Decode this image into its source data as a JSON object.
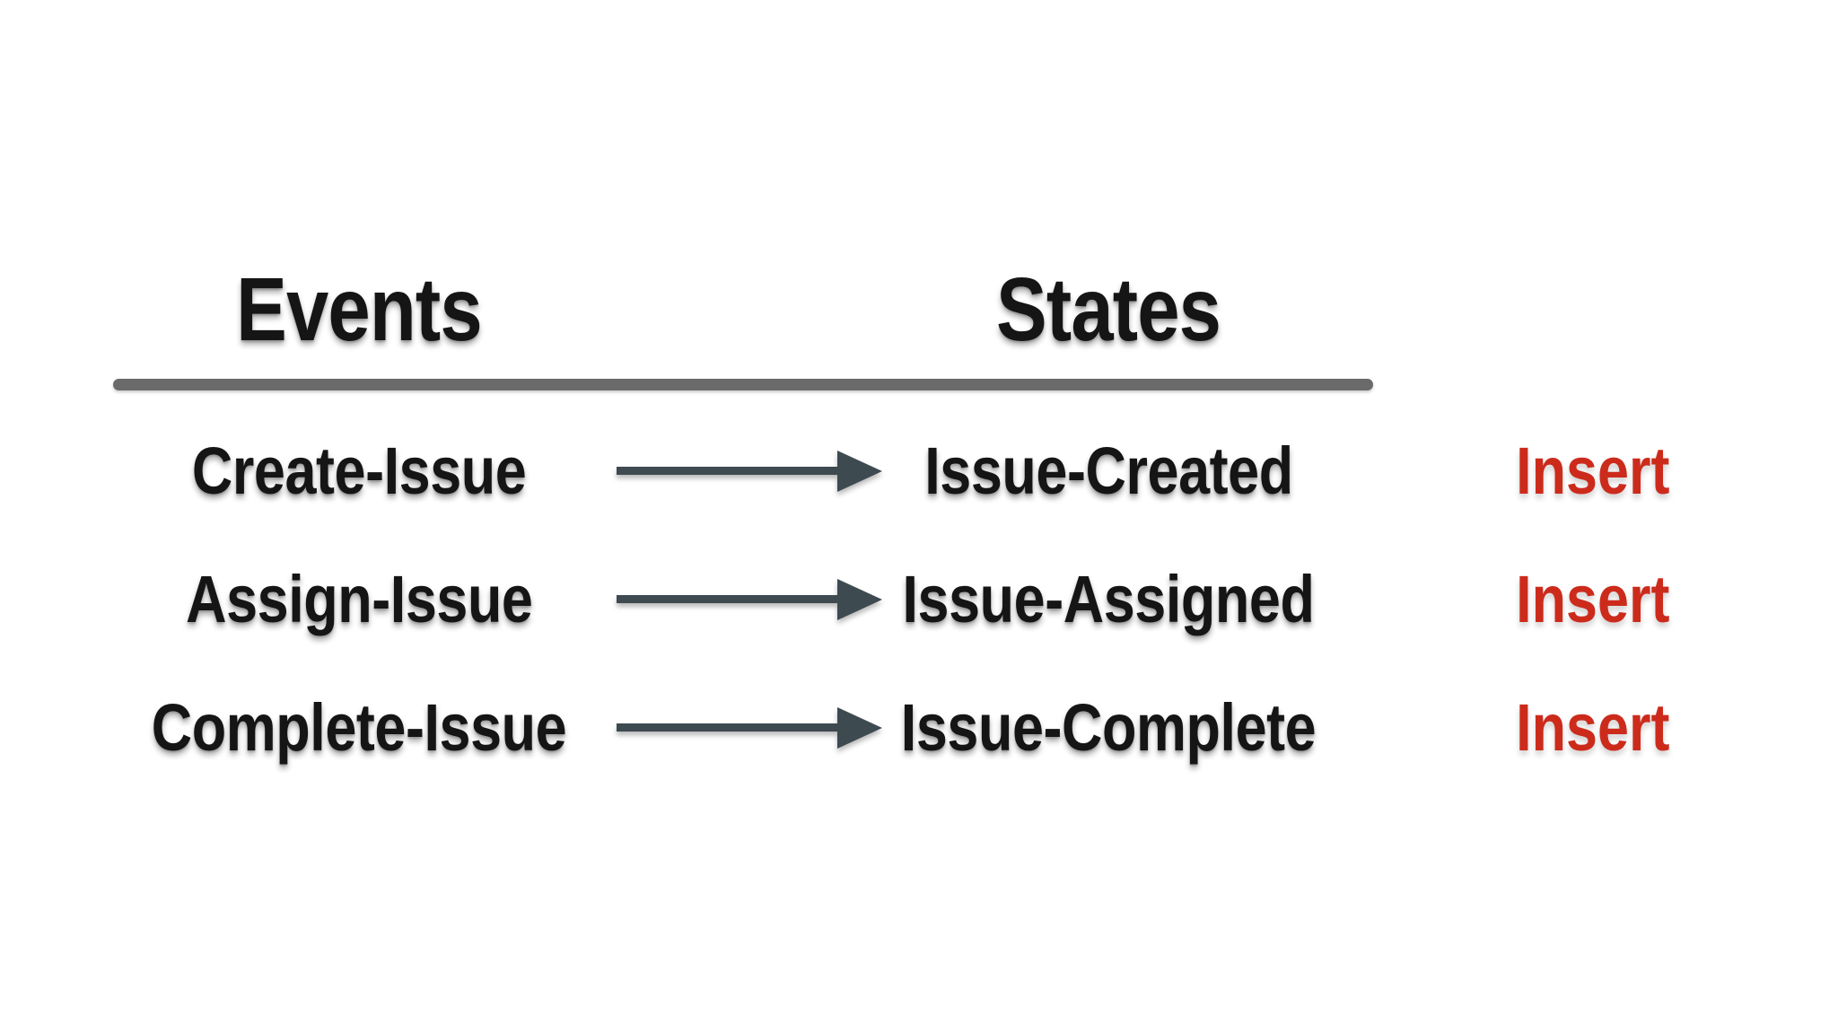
{
  "diagram": {
    "headers": {
      "events": "Events",
      "states": "States"
    },
    "rows": [
      {
        "event": "Create-Issue",
        "state": "Issue-Created",
        "action": "Insert"
      },
      {
        "event": "Assign-Issue",
        "state": "Issue-Assigned",
        "action": "Insert"
      },
      {
        "event": "Complete-Issue",
        "state": "Issue-Complete",
        "action": "Insert"
      }
    ],
    "colors": {
      "background": "#ffffff",
      "text": "#151515",
      "divider": "#6a6a6a",
      "arrow": "#3d4a50",
      "action_red": "#cc2b1c"
    }
  }
}
